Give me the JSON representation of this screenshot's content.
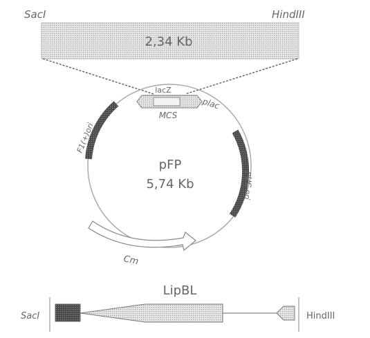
{
  "insert": {
    "left_site": "SacI",
    "right_site": "HindIII",
    "size": "2,34 Kb"
  },
  "plasmid": {
    "name": "pFP",
    "size": "5,74 Kb",
    "features": {
      "lacz": "lacZ",
      "mcs": "MCS",
      "plac": "plac",
      "f1ori": "F1(+)ori",
      "puc_ori": "pUC ori",
      "cm": "Cm"
    }
  },
  "construct": {
    "gene": "LipBL",
    "left_site": "SacI",
    "right_site": "HindIII"
  }
}
